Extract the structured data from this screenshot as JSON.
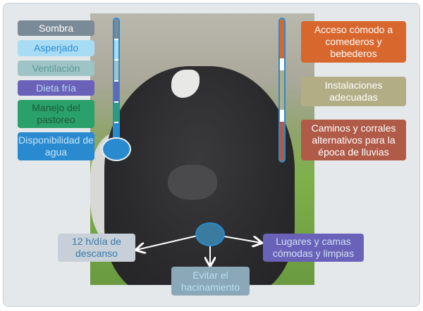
{
  "left_items": [
    {
      "label": "Sombra",
      "bg": "#7a8a96",
      "fg": "#ffffff"
    },
    {
      "label": "Asperjado",
      "bg": "#a8dcf5",
      "fg": "#2a8fd0"
    },
    {
      "label": "Ventilación",
      "bg": "#9fc4c6",
      "fg": "#5a9a96"
    },
    {
      "label": "Dieta fría",
      "bg": "#6a62b8",
      "fg": "#b5d8f5"
    },
    {
      "label": "Manejo del pastoreo",
      "bg": "#2aa06a",
      "fg": "#1d5a3a"
    },
    {
      "label": "Disponibilidad de agua",
      "bg": "#2a8ad0",
      "fg": "#c5e5f8"
    }
  ],
  "right_items": [
    {
      "label": "Acceso cómodo a comederos y bebederos",
      "bg": "#d8672e",
      "fg": "#ffffff"
    },
    {
      "label": "Instalaciones adecuadas",
      "bg": "#b3ad86",
      "fg": "#ffffff"
    },
    {
      "label": "Caminos y corrales alternativos para la época de lluvias",
      "bg": "#b05a48",
      "fg": "#ffffff"
    }
  ],
  "bottom_items": {
    "rest": {
      "label": "12 h/día de descanso",
      "bg": "#c7d0d8",
      "fg": "#3a7aa8"
    },
    "crowding": {
      "label": "Evitar el hacinamiento",
      "bg": "#8aa8b8",
      "fg": "#b7e0f0"
    },
    "beds": {
      "label": "Lugares y camas cómodas y limpias",
      "bg": "#6a62b8",
      "fg": "#cfe0f5"
    }
  }
}
